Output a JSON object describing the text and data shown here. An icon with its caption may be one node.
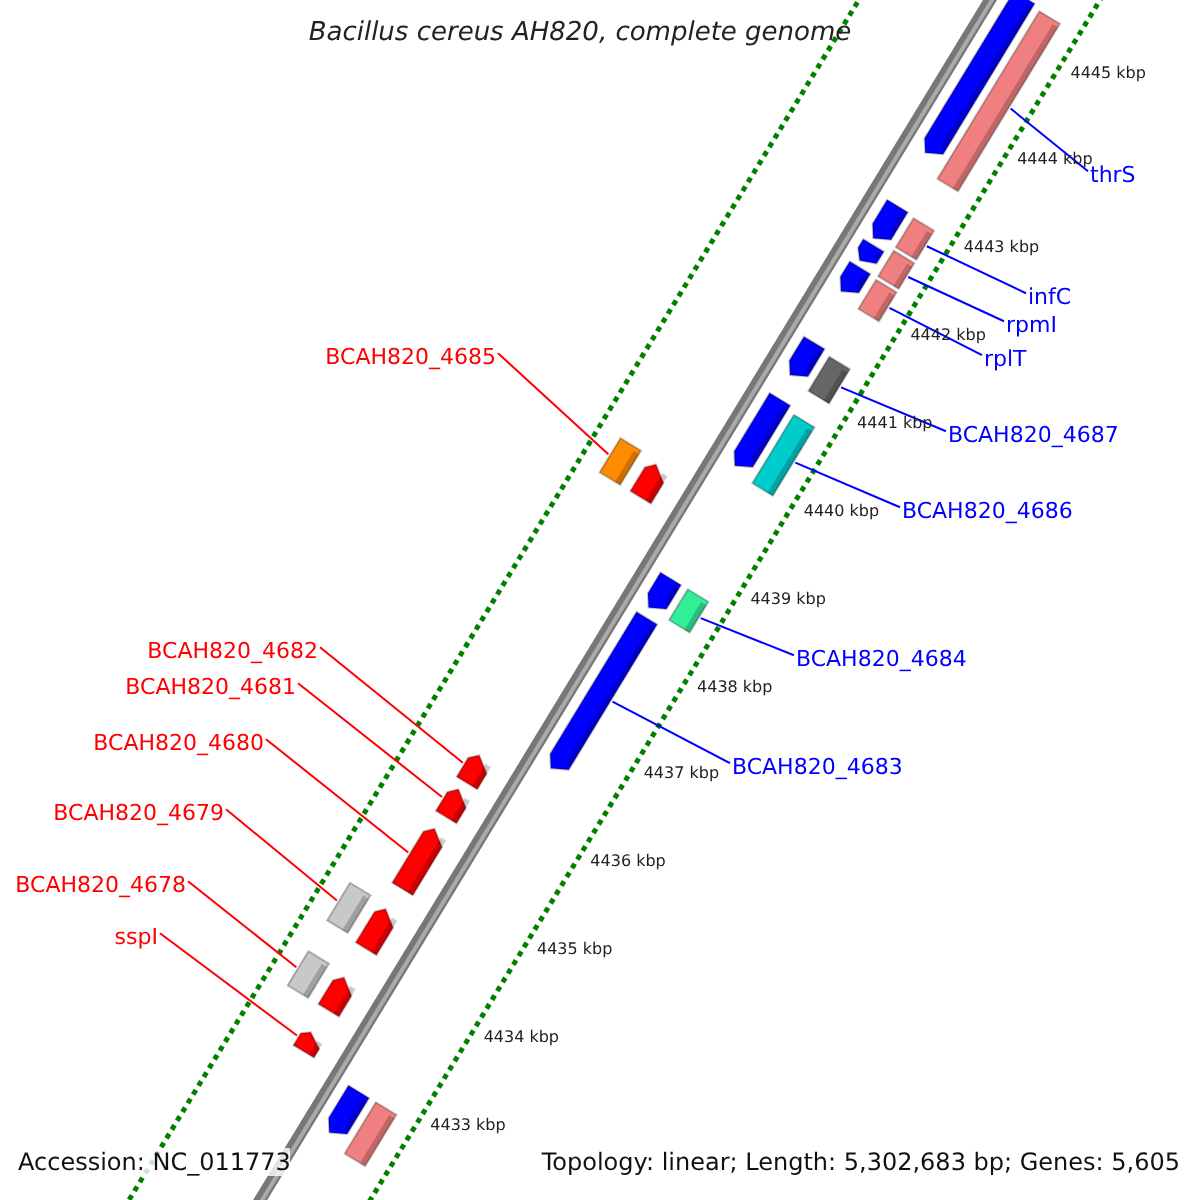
{
  "diagram": {
    "title": "Bacillus cereus AH820, complete genome",
    "nodes": [
      {
        "text": [
          "thrS"
        ]
      },
      {
        "text": [
          "infC"
        ]
      },
      {
        "text": [
          "rpmI"
        ]
      },
      {
        "text": [
          "rplT"
        ]
      },
      {
        "text": [
          "BCAH820_4687"
        ]
      },
      {
        "text": [
          "BCAH820_4686"
        ]
      },
      {
        "text": [
          "BCAH820_4684"
        ]
      },
      {
        "text": [
          "BCAH820_4683"
        ]
      },
      {
        "text": [
          "BCAH820_4685"
        ]
      },
      {
        "text": [
          "BCAH820_4682"
        ]
      },
      {
        "text": [
          "BCAH820_4681"
        ]
      },
      {
        "text": [
          "BCAH820_4680"
        ]
      },
      {
        "text": [
          "BCAH820_4679"
        ]
      },
      {
        "text": [
          "BCAH820_4678"
        ]
      },
      {
        "text": [
          "sspI"
        ]
      },
      {
        "text": [],
        "shape": "bar"
      },
      {
        "text": [],
        "shape": "bar"
      },
      {
        "text": [],
        "shape": "bar"
      },
      {
        "text": [],
        "shape": "bar"
      },
      {
        "text": [],
        "shape": "bar"
      },
      {
        "text": [],
        "shape": "bar"
      },
      {
        "text": [],
        "shape": "bar"
      },
      {
        "text": [],
        "shape": "bar"
      },
      {
        "text": [],
        "shape": "bar"
      },
      {
        "text": [],
        "shape": "bar"
      },
      {
        "text": [],
        "shape": "bar"
      },
      {
        "text": [],
        "shape": "bar"
      },
      {
        "text": [],
        "shape": "bar"
      },
      {
        "text": [],
        "shape": "bar"
      },
      {
        "text": [],
        "shape": "bar"
      },
      {
        "text": [],
        "shape": "bar"
      },
      {
        "text": [],
        "shape": "bar"
      },
      {
        "text": [],
        "shape": "bar"
      },
      {
        "text": [],
        "shape": "bar"
      },
      {
        "text": [],
        "shape": "bar"
      },
      {
        "text": [],
        "shape": "bar"
      },
      {
        "text": [],
        "shape": "bar"
      },
      {
        "text": [],
        "shape": "bar"
      },
      {
        "text": [],
        "shape": "bar"
      },
      {
        "text": [],
        "shape": "bar"
      },
      {
        "text": [],
        "shape": "bar"
      },
      {
        "text": [],
        "shape": "bar"
      }
    ],
    "edges": [
      {
        "from": 0,
        "to": 16,
        "arrow": "none"
      },
      {
        "from": 1,
        "to": 18,
        "arrow": "none"
      },
      {
        "from": 2,
        "to": 20,
        "arrow": "none"
      },
      {
        "from": 3,
        "to": 22,
        "arrow": "none"
      },
      {
        "from": 4,
        "to": 24,
        "arrow": "none"
      },
      {
        "from": 5,
        "to": 26,
        "arrow": "none"
      },
      {
        "from": 6,
        "to": 30,
        "arrow": "none"
      },
      {
        "from": 7,
        "to": 31,
        "arrow": "none"
      },
      {
        "from": 8,
        "to": 27,
        "arrow": "none",
        "color": "#ff0000"
      },
      {
        "from": 9,
        "to": 32,
        "arrow": "none",
        "color": "#ff0000"
      },
      {
        "from": 10,
        "to": 33,
        "arrow": "none",
        "color": "#ff0000"
      },
      {
        "from": 11,
        "to": 34,
        "arrow": "none",
        "color": "#ff0000"
      },
      {
        "from": 12,
        "to": 35,
        "arrow": "none",
        "color": "#ff0000"
      },
      {
        "from": 13,
        "to": 37,
        "arrow": "none",
        "color": "#ff0000"
      },
      {
        "from": 14,
        "to": 39,
        "arrow": "none",
        "color": "#ff0000"
      }
    ],
    "labels": [
      "4445 kbp",
      "4444 kbp",
      "4443 kbp",
      "4442 kbp",
      "4441 kbp",
      "4440 kbp",
      "4439 kbp",
      "4438 kbp",
      "4437 kbp",
      "4436 kbp",
      "4435 kbp",
      "4434 kbp",
      "4433 kbp",
      "Accession: NC_011773",
      "Topology: linear; Length: 5,302,683 bp; Genes: 5,605"
    ]
  }
}
